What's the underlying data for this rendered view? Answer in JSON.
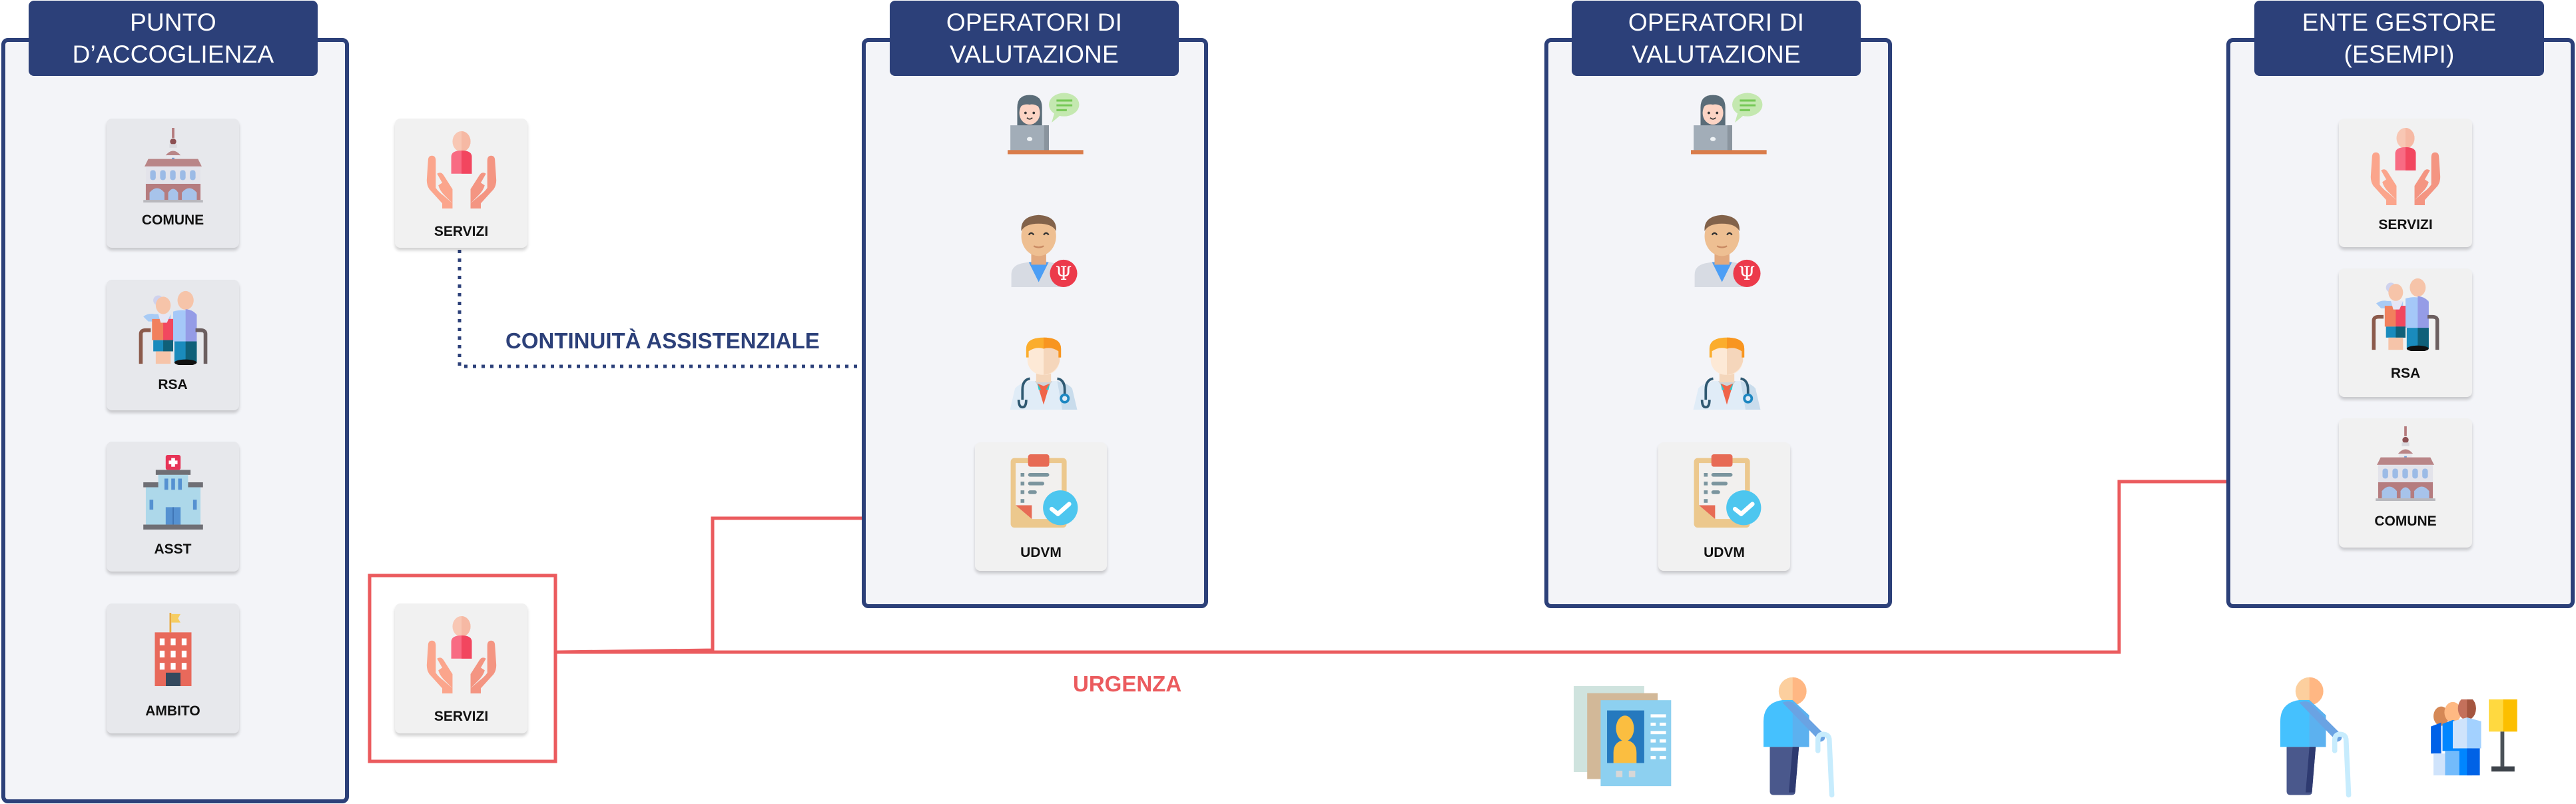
{
  "colors": {
    "navy": "#2c4079",
    "urgent_red": "#eb5b5e",
    "panel_bg": "#f3f4f8",
    "card_bg": "#e7e8ec",
    "loose_card_bg": "#f1f1f1"
  },
  "panels": [
    {
      "id": "punto-accoglienza",
      "title_line1": "PUNTO",
      "title_line2": "D’ACCOGLIENZA",
      "cards": [
        {
          "label": "COMUNE",
          "icon": "town-hall-icon"
        },
        {
          "label": "RSA",
          "icon": "elderly-couple-icon"
        },
        {
          "label": "ASST",
          "icon": "hospital-icon"
        },
        {
          "label": "AMBITO",
          "icon": "office-building-flag-icon"
        }
      ]
    },
    {
      "id": "operatori-valutazione-1",
      "title_line1": "OPERATORI DI",
      "title_line2": "VALUTAZIONE",
      "figures": [
        "operator-at-laptop-icon",
        "psychologist-icon",
        "doctor-icon"
      ],
      "cards": [
        {
          "label": "UDVM",
          "icon": "clipboard-check-icon"
        }
      ]
    },
    {
      "id": "operatori-valutazione-2",
      "title_line1": "OPERATORI DI",
      "title_line2": "VALUTAZIONE",
      "figures": [
        "operator-at-laptop-icon",
        "psychologist-icon",
        "doctor-icon"
      ],
      "cards": [
        {
          "label": "UDVM",
          "icon": "clipboard-check-icon"
        }
      ]
    },
    {
      "id": "ente-gestore",
      "title_line1": "ENTE GESTORE",
      "title_line2": "(ESEMPI)",
      "cards": [
        {
          "label": "SERVIZI",
          "icon": "care-hands-icon"
        },
        {
          "label": "RSA",
          "icon": "elderly-couple-icon"
        },
        {
          "label": "COMUNE",
          "icon": "town-hall-icon"
        }
      ]
    }
  ],
  "loose_cards": [
    {
      "label": "SERVIZI",
      "icon": "care-hands-icon",
      "highlight": false
    },
    {
      "label": "SERVIZI",
      "icon": "care-hands-icon",
      "highlight": true
    }
  ],
  "connectors": {
    "continuity_label": "CONTINUITÀ ASSISTENZIALE",
    "urgency_label": "URGENZA"
  },
  "bottom_icons": [
    "id-documents-icon",
    "elderly-man-cane-icon",
    "elderly-man-cane-icon",
    "waiting-people-sign-icon"
  ]
}
